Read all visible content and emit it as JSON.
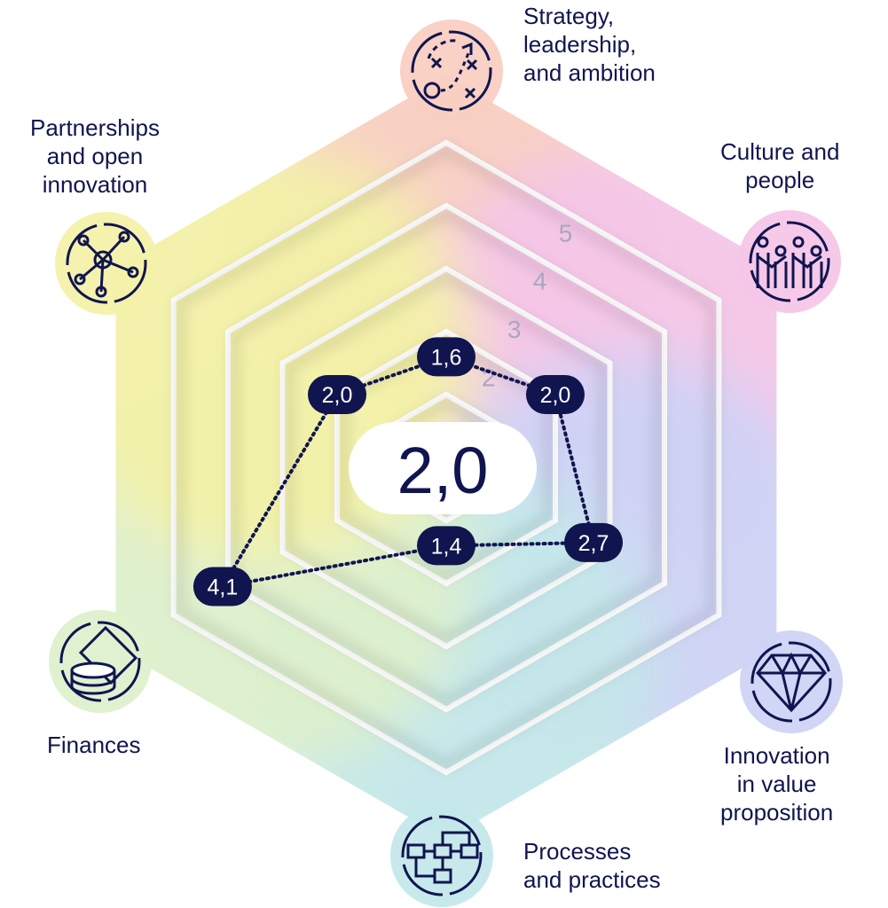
{
  "chart_data": {
    "type": "radar",
    "overall_score": "2,0",
    "ring_labels": [
      "2",
      "3",
      "4",
      "5"
    ],
    "rmax": 6,
    "categories": [
      "Strategy,\nleadership,\nand ambition",
      "Culture and\npeople",
      "Innovation\nin value\nproposition",
      "Processes\nand practices",
      "Finances",
      "Partnerships\nand open\ninnovation"
    ],
    "series": [
      {
        "values": [
          1.6,
          2.0,
          2.7,
          1.4,
          4.1,
          2.0
        ],
        "value_labels": [
          "1,6",
          "2,0",
          "2,7",
          "1,4",
          "4,1",
          "2,0"
        ]
      }
    ],
    "icons": [
      "strategy-play-icon",
      "people-group-icon",
      "diamond-icon",
      "flowchart-icon",
      "coins-icon",
      "network-nodes-icon"
    ],
    "colors": {
      "marker": "#10154f",
      "line": "#10154f",
      "ring_label": "#a9a6c3",
      "sector_colors": [
        "#f9cfc2",
        "#f6c6e8",
        "#cfd3f6",
        "#c4e8ea",
        "#def0cc",
        "#f3f1a8"
      ]
    }
  }
}
